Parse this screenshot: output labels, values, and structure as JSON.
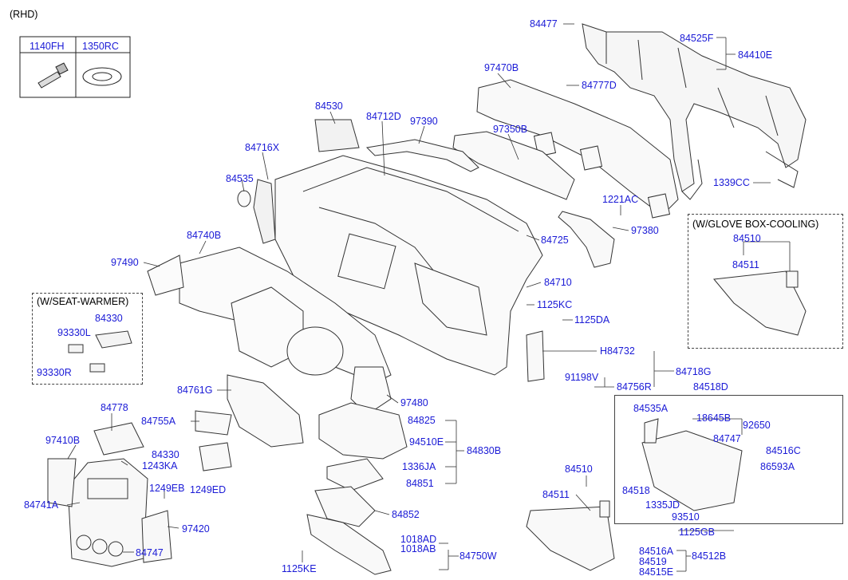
{
  "variant": "(RHD)",
  "fastener_table": {
    "col1": "1140FH",
    "col2": "1350RC"
  },
  "boxes": {
    "seat_warmer": "(W/SEAT-WARMER)",
    "glove_box_cooling": "(W/GLOVE BOX-COOLING)"
  },
  "parts": {
    "p84477": "84477",
    "p84525F": "84525F",
    "p84410E": "84410E",
    "p97470B": "97470B",
    "p84777D": "84777D",
    "p84530": "84530",
    "p84712D": "84712D",
    "p97390": "97390",
    "p97350B": "97350B",
    "p84716X": "84716X",
    "p84535": "84535",
    "p1339CC": "1339CC",
    "p1221AC": "1221AC",
    "p97380": "97380",
    "p84740B": "84740B",
    "p84725": "84725",
    "p97490": "97490",
    "p84710": "84710",
    "p1125KC": "1125KC",
    "p1125DA": "1125DA",
    "p84330a": "84330",
    "p93330L": "93330L",
    "p93330R": "93330R",
    "pH84732": "H84732",
    "p84718G": "84718G",
    "p91198V": "91198V",
    "p84756R": "84756R",
    "p84761G": "84761G",
    "p97480": "97480",
    "p84518D": "84518D",
    "p84778": "84778",
    "p84755A": "84755A",
    "p84825": "84825",
    "p94510E": "94510E",
    "p84830B": "84830B",
    "p84535A": "84535A",
    "p18645B": "18645B",
    "p92650": "92650",
    "p84747a": "84747",
    "p97410B": "97410B",
    "p84330b": "84330",
    "p1243KA": "1243KA",
    "p1336JA": "1336JA",
    "p84851": "84851",
    "p84516C": "84516C",
    "p86593A": "86593A",
    "p1249EB": "1249EB",
    "p1249ED": "1249ED",
    "p84741A": "84741A",
    "p84510a": "84510",
    "p84511a": "84511",
    "p84518": "84518",
    "p1335JD": "1335JD",
    "p93510": "93510",
    "p84852": "84852",
    "p97420": "97420",
    "p1125GB": "1125GB",
    "p84747b": "84747",
    "p1018AD": "1018AD",
    "p1018AB": "1018AB",
    "p84750W": "84750W",
    "p1125KE": "1125KE",
    "p84516A": "84516A",
    "p84512B": "84512B",
    "p84519": "84519",
    "p84515E": "84515E",
    "p84510b": "84510",
    "p84511b": "84511"
  }
}
